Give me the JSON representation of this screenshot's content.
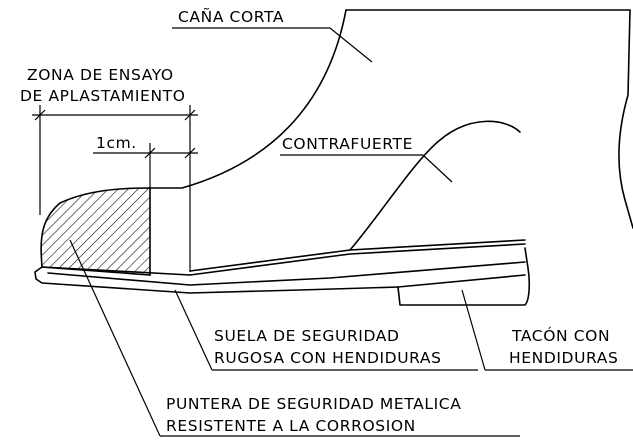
{
  "labels": {
    "cana_corta": "CAÑA CORTA",
    "zona_line1": "ZONA DE ENSAYO",
    "zona_line2": "DE APLASTAMIENTO",
    "one_cm": "1cm.",
    "contrafuerte": "CONTRAFUERTE",
    "suela_line1": "SUELA DE SEGURIDAD",
    "suela_line2": "RUGOSA CON HENDIDURAS",
    "tacon_line1": "TACÓN CON",
    "tacon_line2": "HENDIDURAS",
    "puntera_line1": "PUNTERA DE SEGURIDAD METALICA",
    "puntera_line2": "RESISTENTE A LA CORROSION"
  }
}
